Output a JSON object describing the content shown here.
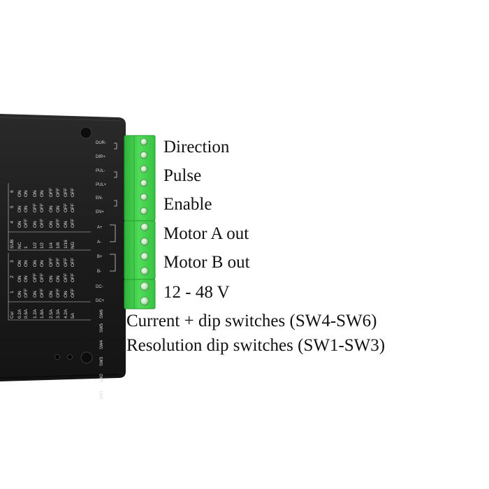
{
  "colors": {
    "background": "#ffffff",
    "driver_body": "#1e1e1e",
    "terminal_green": "#3fd14a",
    "label_text": "#111111",
    "silkscreen": "#d9d9d9"
  },
  "callouts": {
    "direction": "Direction",
    "pulse": "Pulse",
    "enable": "Enable",
    "motor_a": "Motor A out",
    "motor_b": "Motor B out",
    "power": "12 - 48 V",
    "current_switches": "Current + dip switches (SW4-SW6)",
    "resolution_switches": "Resolution dip switches (SW1-SW3)"
  },
  "pin_labels": [
    "DUR-",
    "DIR+",
    "PUL-",
    "PUL+",
    "EN-",
    "EN+",
    "A+",
    "A-",
    "B+",
    "B-",
    "DC-",
    "DC+"
  ],
  "switch_labels": [
    "SW6",
    "SW5",
    "SW4",
    "SW3",
    "SW2",
    "SW1"
  ],
  "current_table": {
    "headers": [
      "Cur",
      "1",
      "2",
      "3"
    ],
    "rows": [
      [
        "0.2A",
        "ON",
        "ON",
        "ON"
      ],
      [
        "0.6A",
        "OFF",
        "ON",
        "ON"
      ],
      [
        "1.2A",
        "ON",
        "OFF",
        "ON"
      ],
      [
        "1.8A",
        "OFF",
        "OFF",
        "ON"
      ],
      [
        "2.5A",
        "ON",
        "ON",
        "OFF"
      ],
      [
        "3.3A",
        "OFF",
        "ON",
        "OFF"
      ],
      [
        "4.2A",
        "ON",
        "OFF",
        "OFF"
      ],
      [
        "5A",
        "OFF",
        "OFF",
        "OFF"
      ]
    ]
  },
  "microstep_table": {
    "headers": [
      "SUB",
      "4",
      "5",
      "6"
    ],
    "rows": [
      [
        "NC",
        "ON",
        "ON",
        "ON"
      ],
      [
        "1",
        "OFF",
        "ON",
        "ON"
      ],
      [
        "1/2",
        "ON",
        "OFF",
        "ON"
      ],
      [
        "1/2",
        "OFF",
        "OFF",
        "ON"
      ],
      [
        "1/4",
        "ON",
        "ON",
        "OFF"
      ],
      [
        "1/8",
        "OFF",
        "ON",
        "OFF"
      ],
      [
        "1/16",
        "ON",
        "OFF",
        "OFF"
      ],
      [
        "NG",
        "OFF",
        "OFF",
        "OFF"
      ]
    ]
  }
}
